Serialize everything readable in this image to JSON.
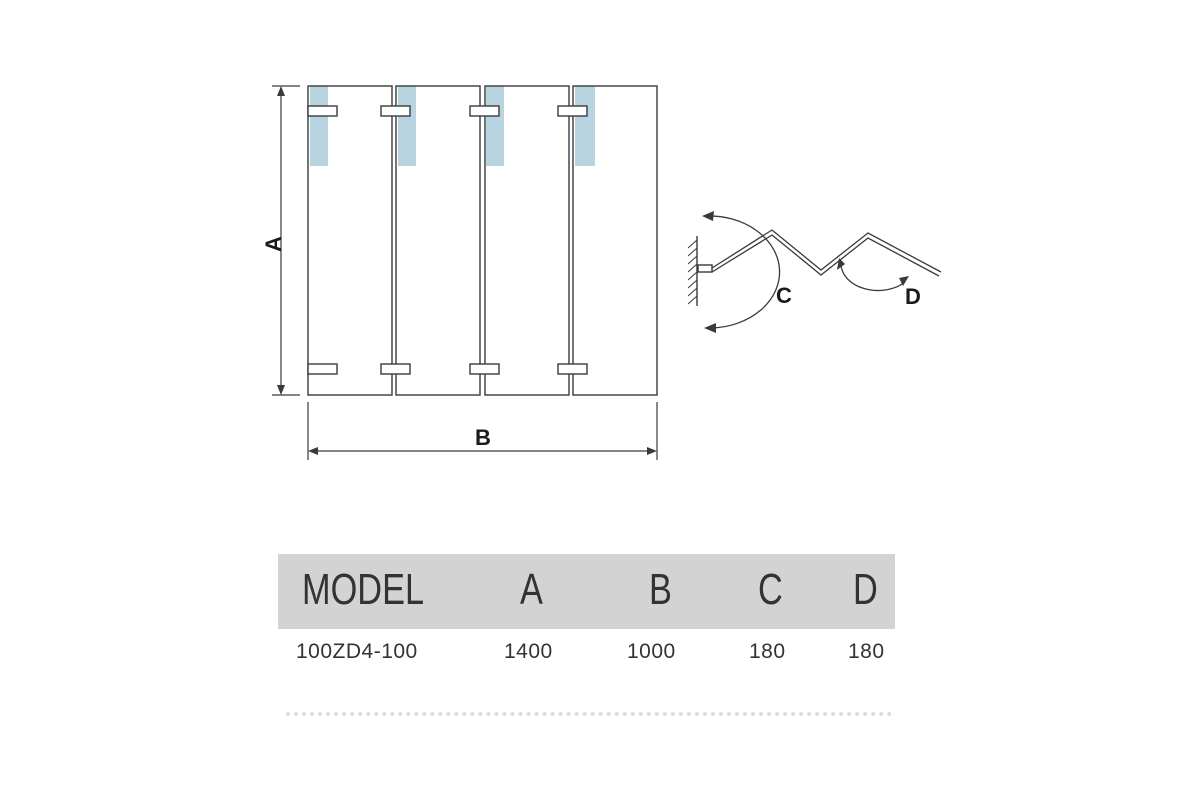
{
  "diagram": {
    "labels": {
      "height": "A",
      "width": "B",
      "angle_wall": "C",
      "angle_panel": "D"
    },
    "panel_count": 4,
    "colors": {
      "line": "#3a3a3a",
      "glass_tint": "#b8d4e0"
    }
  },
  "table": {
    "headers": [
      "MODEL",
      "A",
      "B",
      "C",
      "D"
    ],
    "rows": [
      [
        "100ZD4-100",
        "1400",
        "1000",
        "180",
        "180"
      ]
    ],
    "colors": {
      "header_bg": "#d3d3d3",
      "text": "#333333"
    }
  }
}
